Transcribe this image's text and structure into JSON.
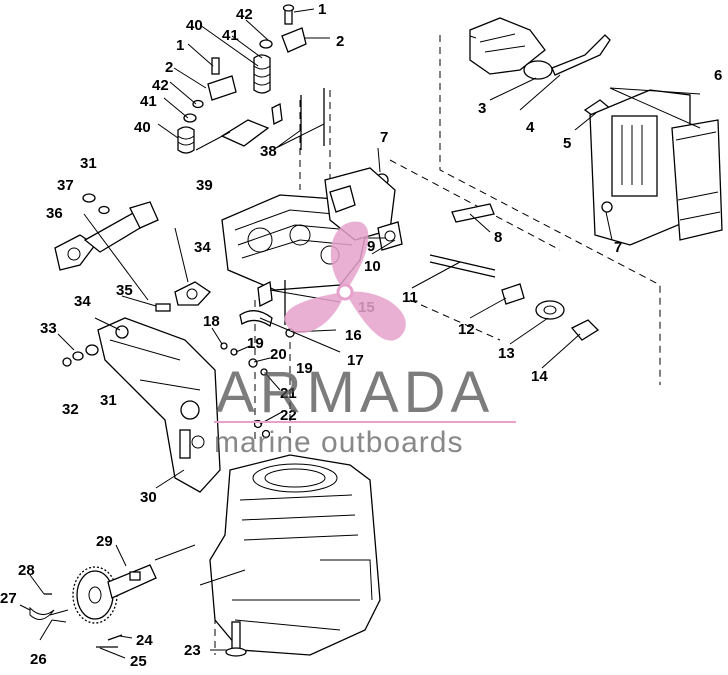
{
  "watermark": {
    "brand": "ARMADA",
    "tagline": "marine outboards",
    "logo_color": "#e6a2cc",
    "text_color": "#4a4a4a"
  },
  "callouts": [
    "1",
    "2",
    "3",
    "4",
    "5",
    "6",
    "7",
    "8",
    "9",
    "10",
    "11",
    "12",
    "13",
    "14",
    "15",
    "16",
    "17",
    "18",
    "19",
    "20",
    "21",
    "22",
    "23",
    "24",
    "25",
    "26",
    "27",
    "28",
    "29",
    "30",
    "31",
    "32",
    "33",
    "34",
    "35",
    "36",
    "37",
    "38",
    "39",
    "40",
    "41",
    "42"
  ]
}
